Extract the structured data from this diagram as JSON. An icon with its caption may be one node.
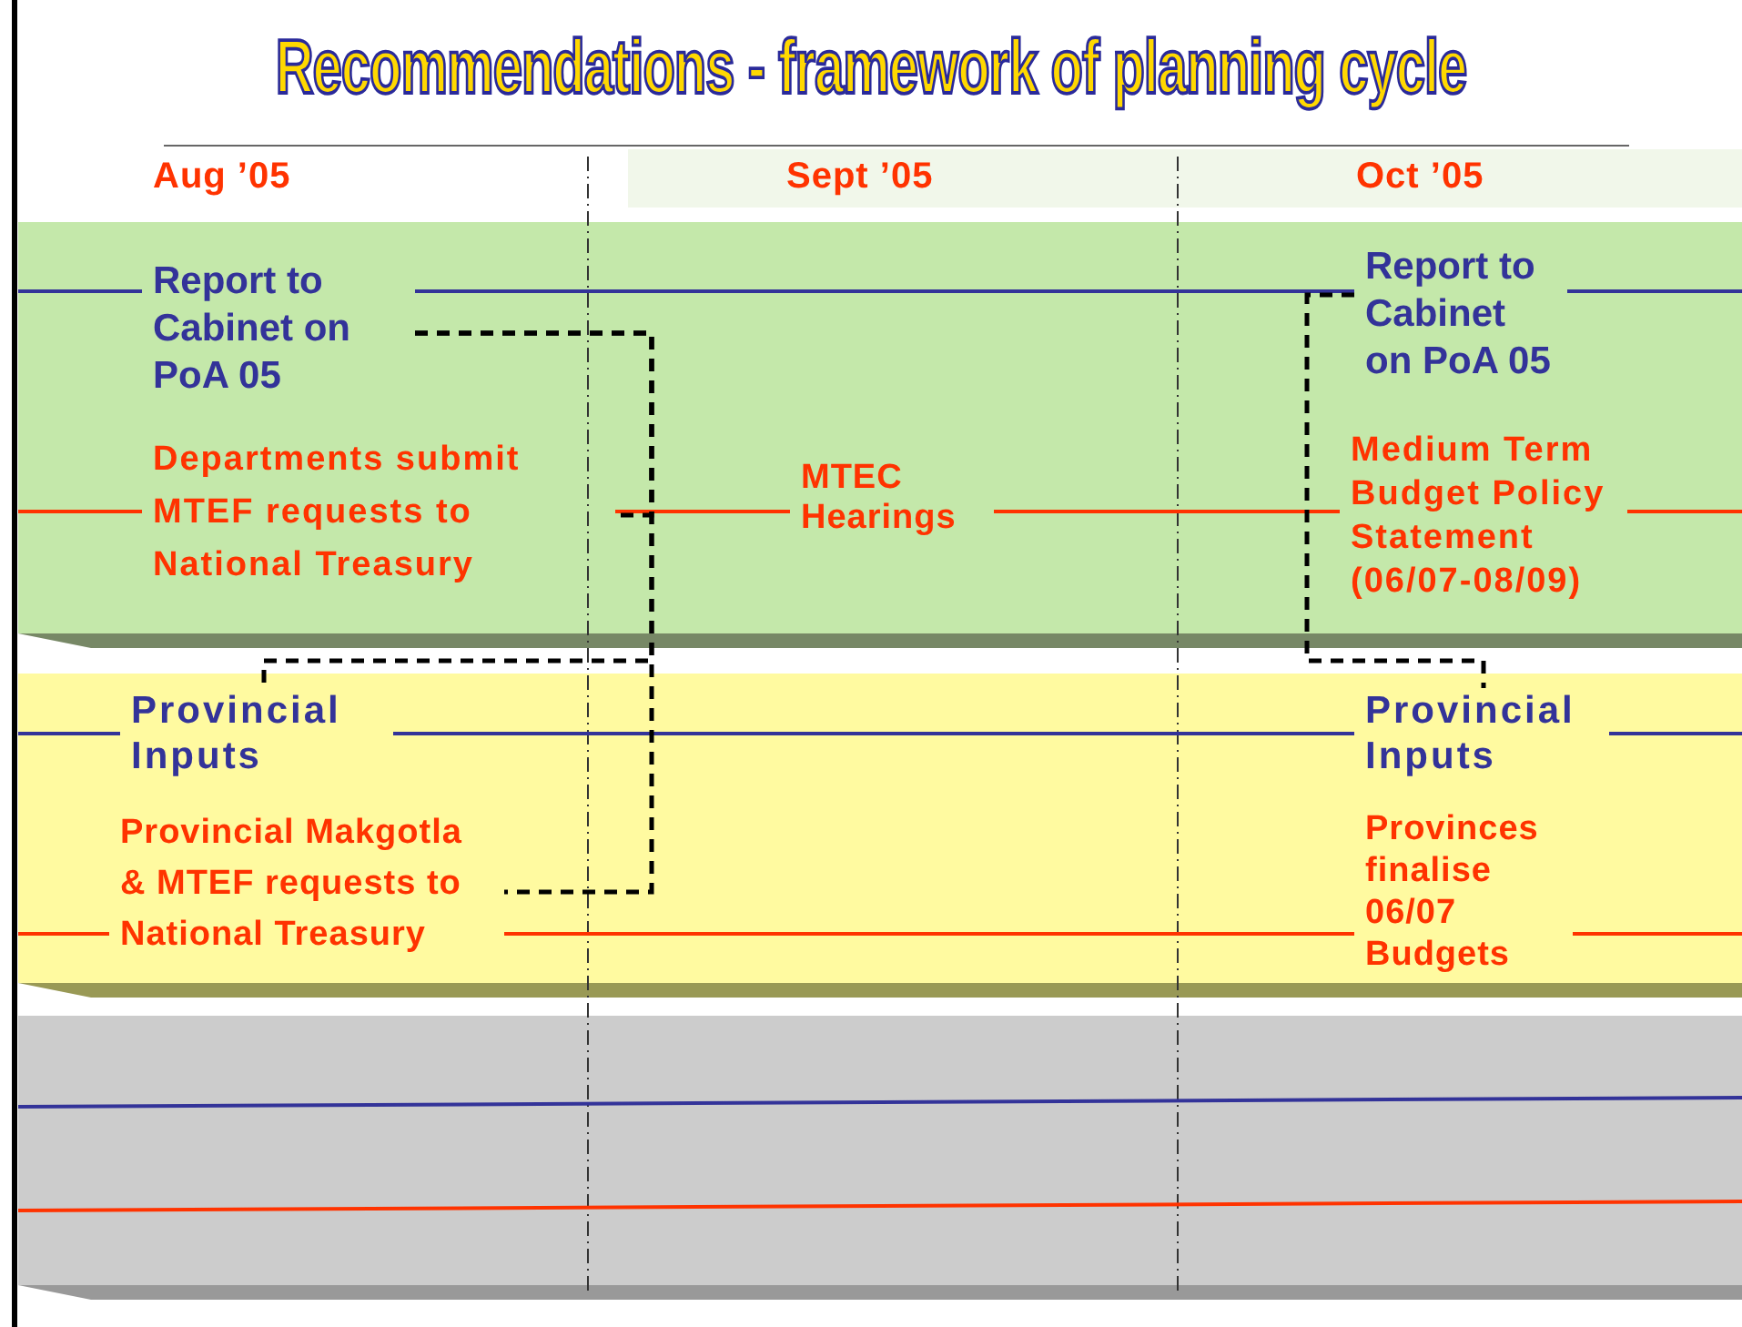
{
  "diagram": {
    "title": "Recommendations  - framework of planning cycle",
    "nodes": [
      {
        "text": [
          "Report to Cabinet on PoA 05"
        ]
      },
      {
        "text": [
          "Report to Cabinet on PoA 05"
        ]
      },
      {
        "text": [
          "Departments submit MTEF requests to National Treasury"
        ]
      },
      {
        "text": [
          "MTEC Hearings"
        ]
      },
      {
        "text": [
          "Medium Term Budget Policy Statement (06/07-08/09)"
        ]
      },
      {
        "text": [
          "Provincial Inputs"
        ]
      },
      {
        "text": [
          "Provincial Inputs"
        ]
      },
      {
        "text": [
          "Provincial Makgotla & MTEF requests to National Treasury"
        ]
      },
      {
        "text": [
          "Provinces finalise 06/07 Budgets"
        ]
      }
    ],
    "edges": [
      {
        "from": null,
        "to": 0,
        "arrow": "none",
        "color": "#333399"
      },
      {
        "from": 0,
        "to": 1,
        "arrow": "none",
        "color": "#333399"
      },
      {
        "from": 1,
        "to": null,
        "arrow": "none",
        "color": "#333399"
      },
      {
        "from": null,
        "to": 2,
        "arrow": "none"
      },
      {
        "from": 2,
        "to": 3,
        "arrow": "none"
      },
      {
        "from": 3,
        "to": 4,
        "arrow": "none"
      },
      {
        "from": 4,
        "to": null,
        "arrow": "none"
      },
      {
        "from": null,
        "to": 5,
        "arrow": "none",
        "color": "#333399"
      },
      {
        "from": 5,
        "to": 6,
        "arrow": "none",
        "color": "#333399"
      },
      {
        "from": 6,
        "to": null,
        "arrow": "none",
        "color": "#333399"
      },
      {
        "from": null,
        "to": 7,
        "arrow": "none"
      },
      {
        "from": 7,
        "to": 8,
        "arrow": "none"
      },
      {
        "from": 8,
        "to": null,
        "arrow": "none"
      },
      {
        "from": 0,
        "to": 2,
        "arrow": "none",
        "style": "dashed",
        "color": "#000000"
      },
      {
        "from": 0,
        "to": 5,
        "arrow": "none",
        "style": "dashed",
        "color": "#000000"
      },
      {
        "from": 0,
        "to": 7,
        "arrow": "none",
        "style": "dashed",
        "color": "#000000"
      },
      {
        "from": 1,
        "to": 6,
        "arrow": "none",
        "style": "dashed",
        "color": "#000000"
      }
    ],
    "labels": [
      "Aug ’05",
      "Sept ’05",
      "Oct ’05"
    ]
  }
}
